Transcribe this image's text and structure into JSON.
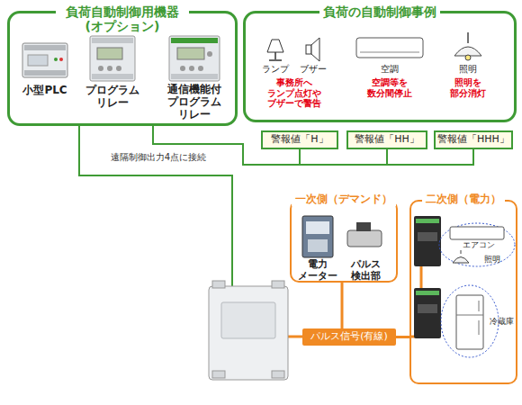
{
  "diagram": {
    "nodes": [
      {
        "text": [
          "負荷自動制御用機器 (オプション)"
        ]
      },
      {
        "text": [
          "負荷の自動制御事例"
        ]
      },
      {
        "text": [
          "警報値「H」"
        ]
      },
      {
        "text": [
          "警報値「HH」"
        ]
      },
      {
        "text": [
          "警報値「HHH」"
        ]
      },
      {
        "text": [
          "一次側（デマンド）"
        ]
      },
      {
        "text": [
          "二次側（電力）"
        ]
      },
      {
        "text": [
          "パルス信号(有線)"
        ]
      }
    ],
    "edges": [
      {
        "from": 0,
        "to": 2,
        "arrow": "none"
      },
      {
        "from": 0,
        "to": 3,
        "arrow": "none"
      },
      {
        "from": 0,
        "to": 4,
        "arrow": "none"
      },
      {
        "from": 7,
        "to": 5,
        "arrow": "none"
      },
      {
        "from": 7,
        "to": 6,
        "arrow": "none"
      }
    ],
    "labels": [
      "小型PLC",
      "プログラム リレー",
      "通信機能付 プログラム リレー",
      "ランプ",
      "ブザー",
      "事務所へ ランプ点灯や ブザーで警告",
      "空調",
      "空調等を 数分間停止",
      "照明",
      "照明を 部分消灯",
      "遠隔制御出力4点に接続",
      "電力 メーター",
      "パルス 検出部",
      "エアコン",
      "照明",
      "冷蔵庫"
    ]
  }
}
